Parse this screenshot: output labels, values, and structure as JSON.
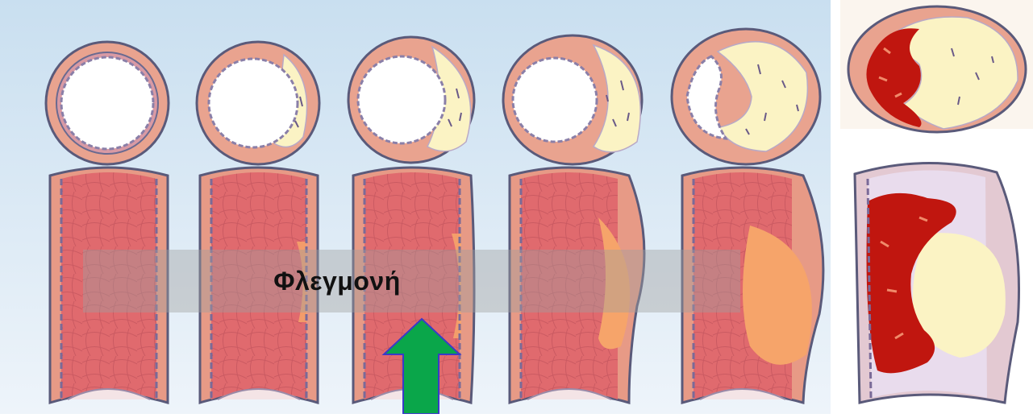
{
  "label": "Φλεγμονή",
  "stages": [
    {
      "id": "stage-1",
      "plaque": 0.0,
      "thrombus": false
    },
    {
      "id": "stage-2",
      "plaque": 0.12,
      "thrombus": false
    },
    {
      "id": "stage-3",
      "plaque": 0.22,
      "thrombus": false
    },
    {
      "id": "stage-4",
      "plaque": 0.45,
      "thrombus": false
    },
    {
      "id": "stage-5",
      "plaque": 0.75,
      "thrombus": false
    },
    {
      "id": "stage-6",
      "plaque": 0.8,
      "thrombus": true
    }
  ],
  "colors": {
    "background_top": "#c9dff0",
    "background_bottom": "#eef4fa",
    "vessel_wall": "#e79a86",
    "vessel_interior": "#e06a6e",
    "vessel_outline": "#5a5a7a",
    "plaque": "#fbf3c4",
    "plaque_core": "#f6a46a",
    "thrombus": "#c0160f",
    "arrow": "#0aa64a"
  },
  "icons": {
    "arrow": "up-arrow-icon"
  }
}
